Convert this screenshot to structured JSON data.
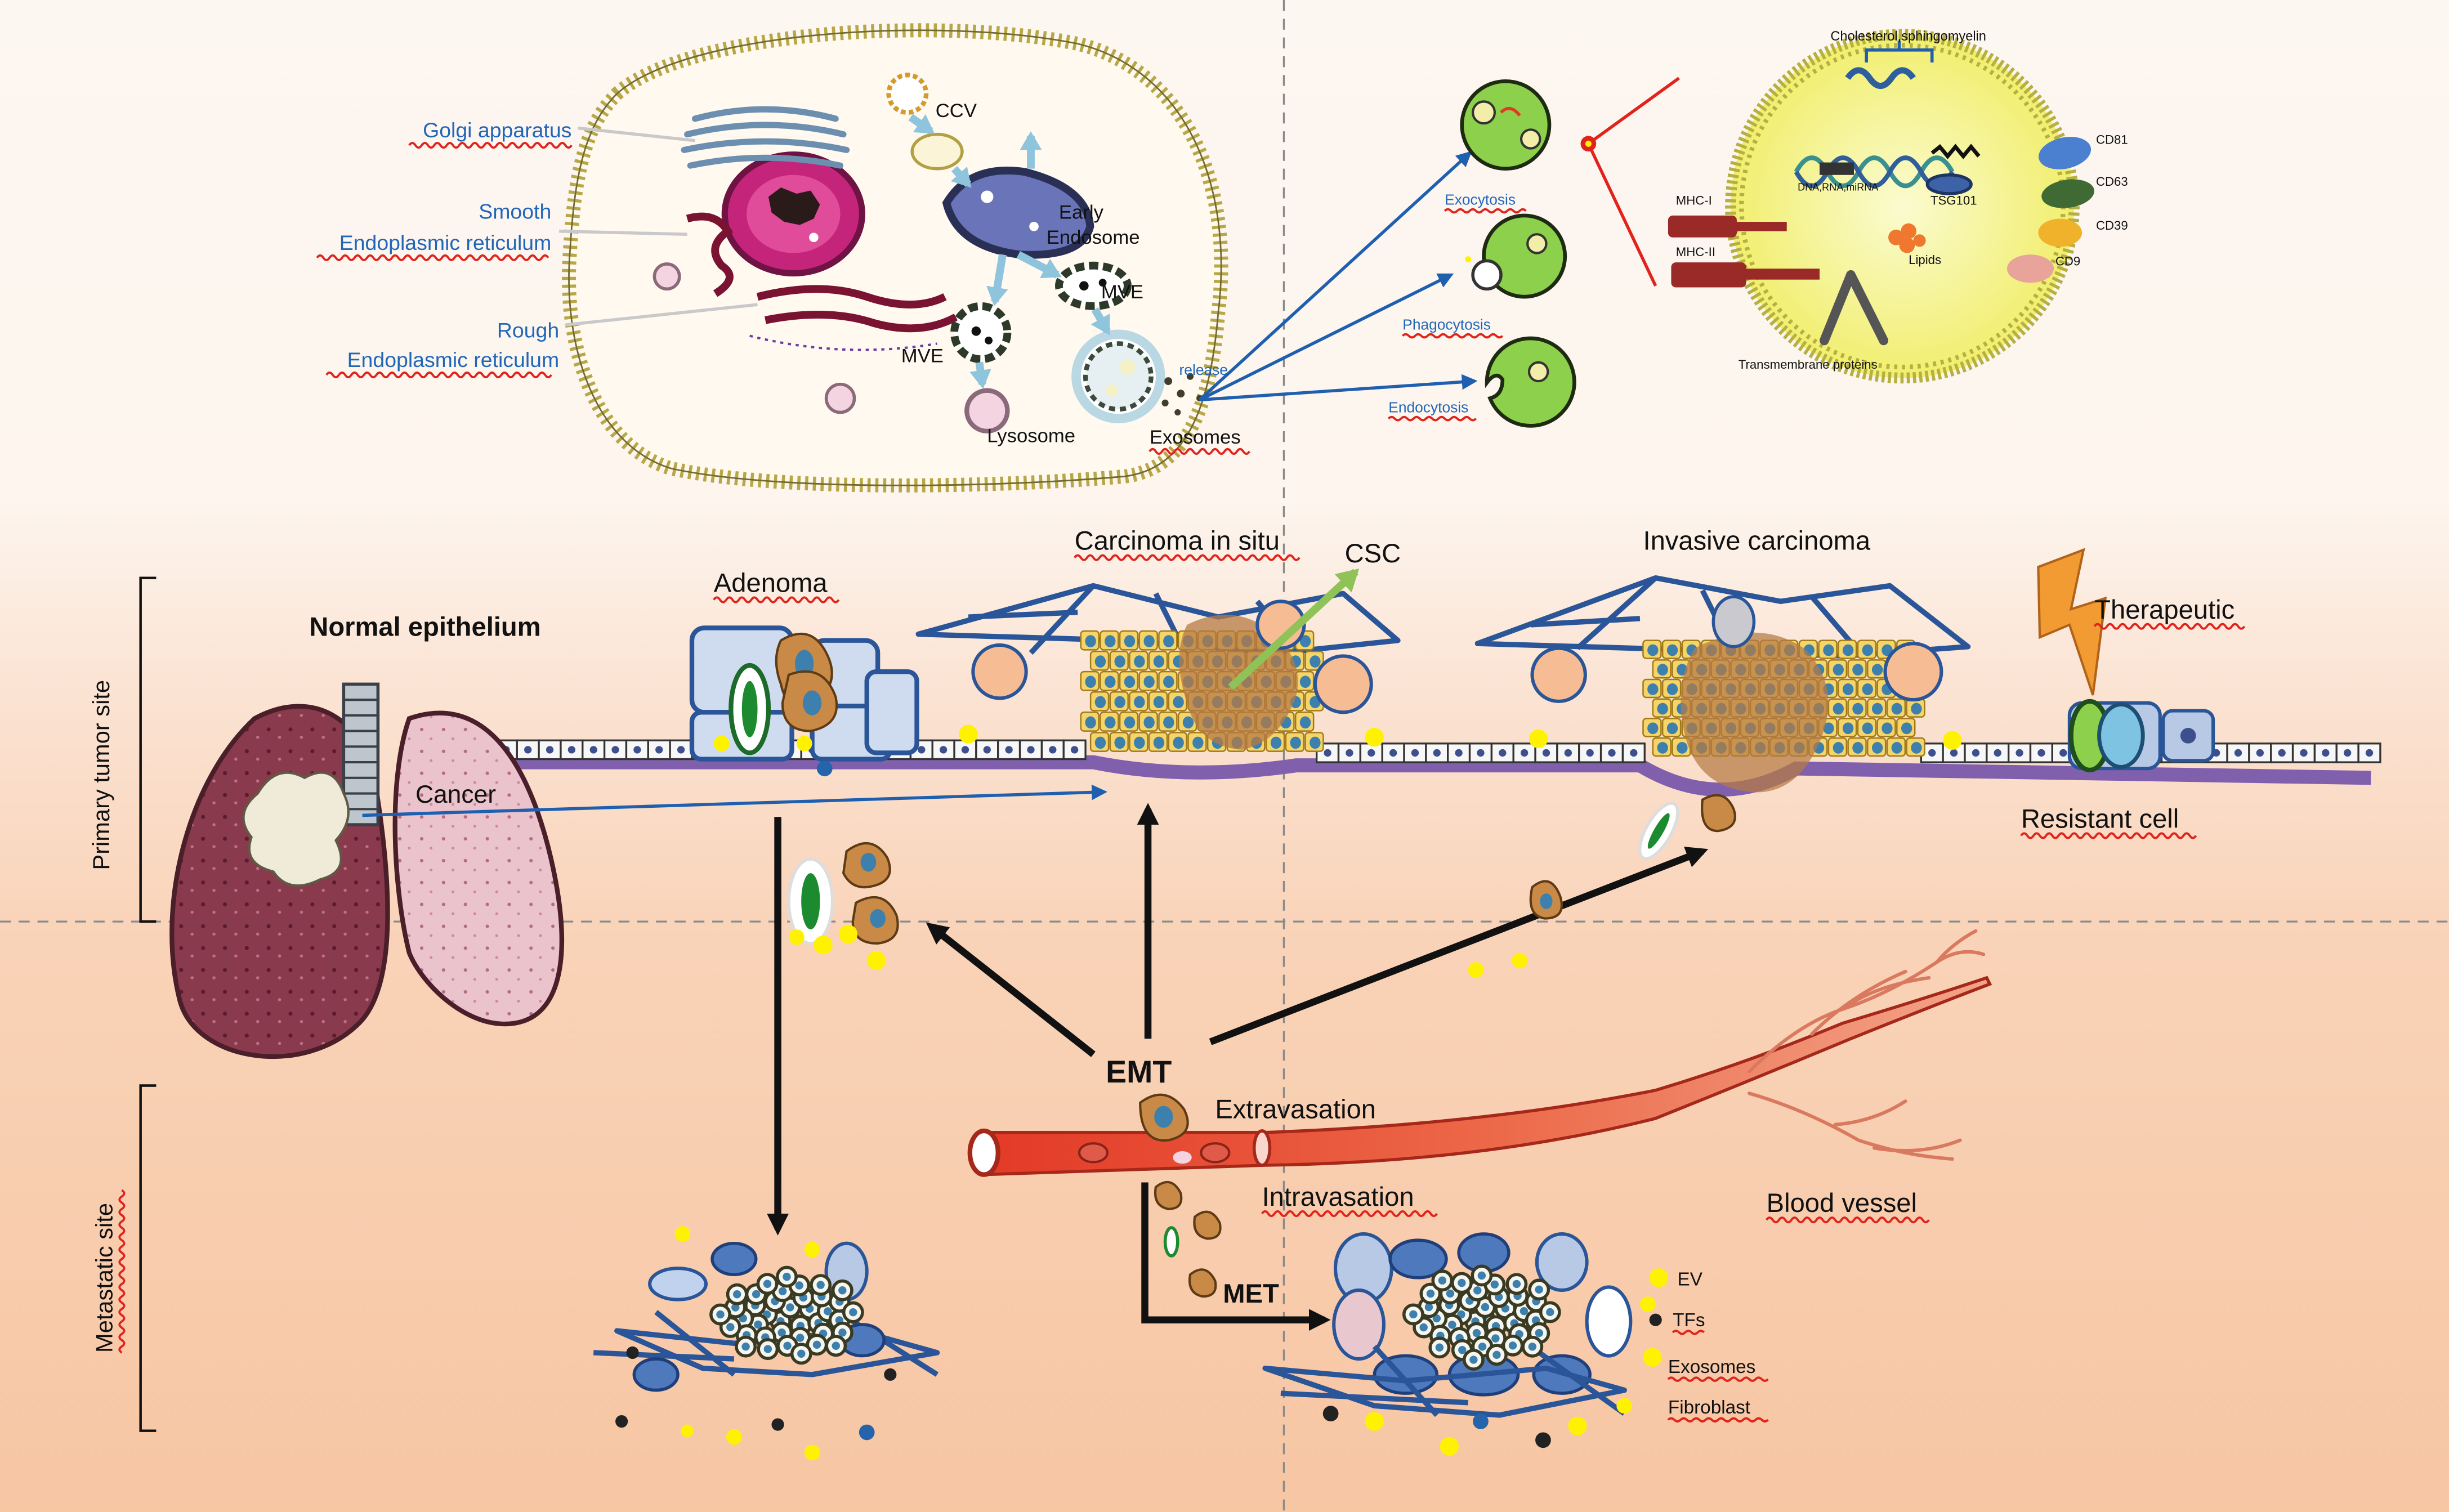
{
  "labels": {
    "golgi": "Golgi apparatus",
    "smooth_1": "Smooth",
    "smooth_2": "Endoplasmic reticulum",
    "rough_1": "Rough",
    "rough_2": "Endoplasmic reticulum",
    "ccv": "CCV",
    "early_endosome_1": "Early",
    "early_endosome_2": "Endosome",
    "mve_a": "MVE",
    "mve_b": "MVE",
    "lysosome": "Lysosome",
    "release": "release",
    "exosomes_cell": "Exosomes",
    "exocytosis": "Exocytosis",
    "phagocytosis": "Phagocytosis",
    "endocytosis": "Endocytosis",
    "cholesterol": "Cholesterol,sphingomyelin",
    "dna": "DNA,RNA,miRNA",
    "tsg101": "TSG101",
    "lipids": "Lipids",
    "mhc1": "MHC-I",
    "mhc2": "MHC-II",
    "transmembrane": "Transmembrane   proteins",
    "cd81": "CD81",
    "cd63": "CD63",
    "cd39": "CD39",
    "cd9": "CD9",
    "normal_epithelium": "Normal epithelium",
    "adenoma": "Adenoma",
    "carcinoma_in_situ": "Carcinoma in situ",
    "csc": "CSC",
    "invasive_carcinoma": "Invasive carcinoma",
    "therapeutic": "Therapeutic",
    "cancer": "Cancer",
    "resistant_cell": "Resistant cell",
    "primary_tumor_site": "Primary tumor site",
    "metastatic_site": "Metastatic site",
    "emt": "EMT",
    "extravasation": "Extravasation",
    "intravasation": "Intravasation",
    "met": "MET",
    "blood_vessel": "Blood vessel"
  },
  "legend": [
    {
      "label": "EV",
      "color": "#fff200"
    },
    {
      "label": "TFs",
      "color": "#222222"
    },
    {
      "label": "Exosomes",
      "color": "#fff200"
    },
    {
      "label": "Fibroblast",
      "color": "#2563ab"
    }
  ],
  "colors": {
    "accent_blue": "#2266b8",
    "underline_red": "#e0241c",
    "background_peach": "#f8c7a4",
    "vessel_red": "#e6452c"
  }
}
